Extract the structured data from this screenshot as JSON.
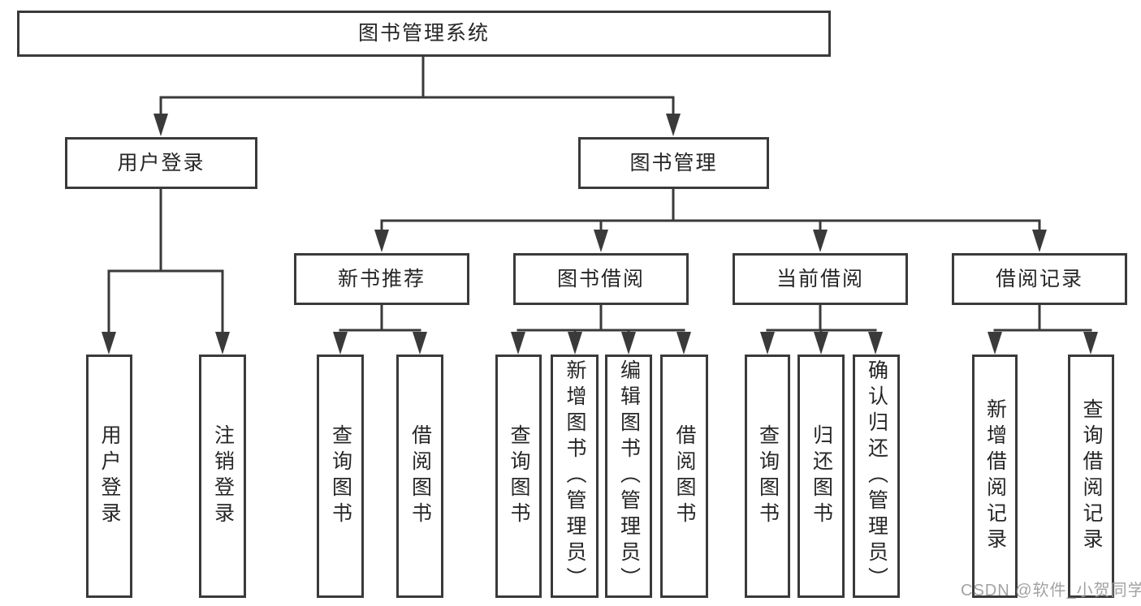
{
  "diagram_title": "图书管理系统",
  "colors": {
    "line": "#3a3a3a",
    "text": "#262626",
    "background": "#ffffff",
    "watermark": "#9b9b9b"
  },
  "tree": {
    "label": "图书管理系统",
    "children": [
      {
        "label": "用户登录",
        "children": [
          {
            "label": "用户登录"
          },
          {
            "label": "注销登录"
          }
        ]
      },
      {
        "label": "图书管理",
        "children": [
          {
            "label": "新书推荐",
            "children": [
              {
                "label": "查询图书"
              },
              {
                "label": "借阅图书"
              }
            ]
          },
          {
            "label": "图书借阅",
            "children": [
              {
                "label": "查询图书"
              },
              {
                "label": "新增图书（管理员）"
              },
              {
                "label": "编辑图书（管理员）"
              },
              {
                "label": "借阅图书"
              }
            ]
          },
          {
            "label": "当前借阅",
            "children": [
              {
                "label": "查询图书"
              },
              {
                "label": "归还图书"
              },
              {
                "label": "确认归还（管理员）"
              }
            ]
          },
          {
            "label": "借阅记录",
            "children": [
              {
                "label": "新增借阅记录"
              },
              {
                "label": "查询借阅记录"
              }
            ]
          }
        ]
      }
    ]
  },
  "watermark": "CSDN @软件_小贺同学"
}
